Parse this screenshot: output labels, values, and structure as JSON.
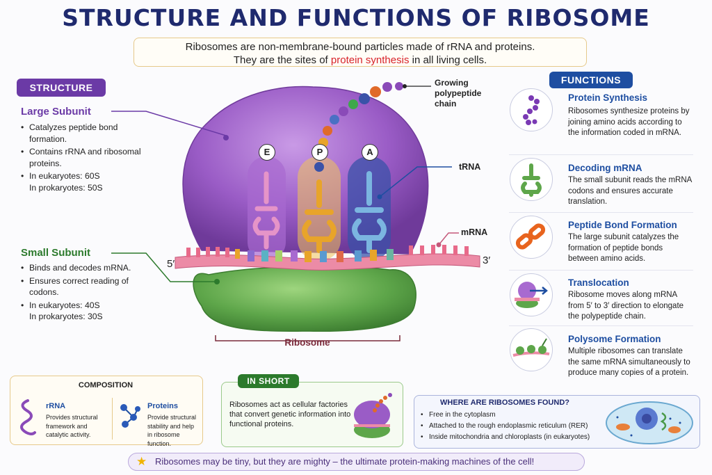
{
  "title": "STRUCTURE AND FUNCTIONS OF RIBOSOME",
  "intro": {
    "line1": "Ribosomes are non-membrane-bound particles made of rRNA and proteins.",
    "line2_before": "They are the sites of ",
    "line2_highlight": "protein synthesis",
    "line2_after": " in all living cells."
  },
  "structure": {
    "label": "STRUCTURE",
    "large_subunit": {
      "heading": "Large Subunit",
      "points": [
        "Catalyzes peptide bond formation.",
        "Contains rRNA and ribosomal proteins.",
        "In eukaryotes: 60S",
        "In prokaryotes: 50S"
      ]
    },
    "small_subunit": {
      "heading": "Small Subunit",
      "points": [
        "Binds and decodes mRNA.",
        "Ensures correct reading of codons.",
        "In eukaryotes: 40S",
        "In prokaryotes: 30S"
      ]
    }
  },
  "diagram": {
    "growing_chain": "Growing polypeptide chain",
    "trna": "tRNA",
    "mrna": "mRNA",
    "five_prime": "5′",
    "three_prime": "3′",
    "sites": [
      "E",
      "P",
      "A"
    ],
    "ribosome": "Ribosome"
  },
  "functions": {
    "label": "FUNCTIONS",
    "items": [
      {
        "title": "Protein Synthesis",
        "text": "Ribosomes synthesize proteins by joining amino acids according to the information coded in mRNA.",
        "icon": "amino-acid-chain-icon"
      },
      {
        "title": "Decoding mRNA",
        "text": "The small subunit reads the mRNA codons and ensures accurate translation.",
        "icon": "trna-icon"
      },
      {
        "title": "Peptide Bond Formation",
        "text": "The large subunit catalyzes the formation of peptide bonds between amino acids.",
        "icon": "peptide-bond-icon"
      },
      {
        "title": "Translocation",
        "text": "Ribosome moves along mRNA from 5′ to 3′ direction to elongate the polypeptide chain.",
        "icon": "translocation-icon"
      },
      {
        "title": "Polysome Formation",
        "text": "Multiple ribosomes can translate the same mRNA simultaneously to produce many copies of a protein.",
        "icon": "polysome-icon"
      }
    ]
  },
  "composition": {
    "title": "COMPOSITION",
    "rrna": {
      "heading": "rRNA",
      "text": "Provides structural framework and catalytic activity."
    },
    "proteins": {
      "heading": "Proteins",
      "text": "Provide structural stability and help in ribosome function."
    }
  },
  "in_short": {
    "label": "IN SHORT",
    "text": "Ribosomes act as cellular factories that convert genetic information into functional proteins."
  },
  "where_found": {
    "title": "WHERE ARE RIBOSOMES FOUND?",
    "points": [
      "Free in the cytoplasm",
      "Attached to the rough endoplasmic reticulum (RER)",
      "Inside mitochondria and chloroplasts (in eukaryotes)"
    ]
  },
  "footer": "Ribosomes may be tiny, but they are mighty – the ultimate protein-making machines of the cell!",
  "colors": {
    "large": "#9a5cc6",
    "small": "#5ea64a",
    "mrna": "#ec8ba6",
    "accent": "#1e4ea1",
    "red": "#d8232a"
  }
}
